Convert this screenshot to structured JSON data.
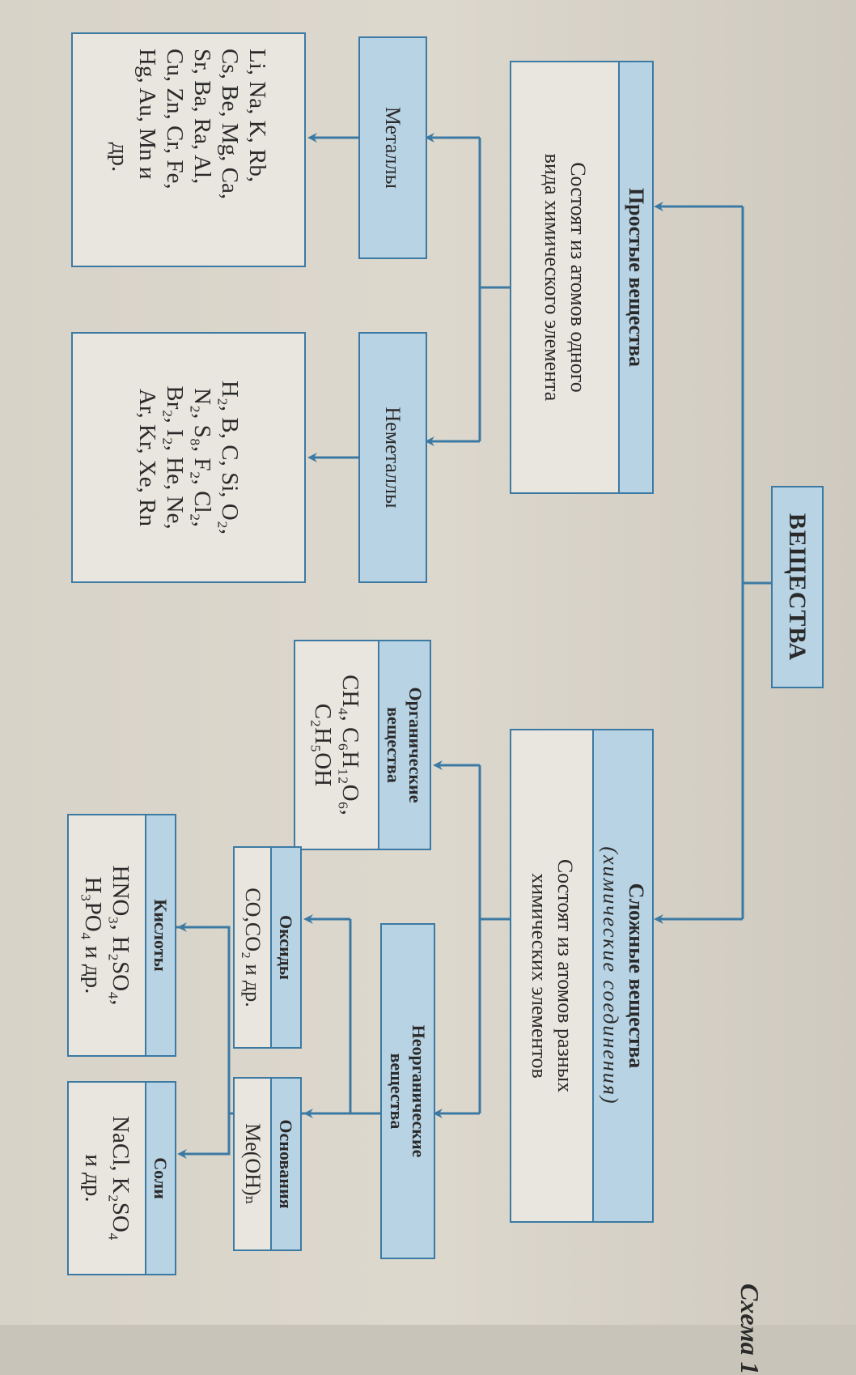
{
  "scheme_label": "Схема 1",
  "root": {
    "label": "ВЕЩЕСТВА"
  },
  "simple": {
    "title": "Простые вещества",
    "desc_lines": [
      "Состоят из атомов одного",
      "вида химического элемента"
    ]
  },
  "complex": {
    "title": "Сложные вещества",
    "subtitle": "(химические соединения)",
    "desc_lines": [
      "Состоят из атомов разных",
      "химических элементов"
    ]
  },
  "metals": {
    "label": "Металлы",
    "examples": [
      "Li, Na, K, Rb,",
      "Cs, Be, Mg, Ca,",
      "Sr, Ba, Ra, Al,",
      "Cu, Zn, Cr, Fe,",
      "Hg, Au, Mn и",
      "др."
    ]
  },
  "nonmetals": {
    "label": "Неметаллы",
    "examples": [
      "H₂, B, C, Si, O₂,",
      "N₂, S₈, F₂, Cl₂,",
      "Br₂, I₂, He, Ne,",
      "Ar, Kr, Xe, Rn"
    ]
  },
  "organic": {
    "title_lines": [
      "Органические",
      "вещества"
    ],
    "examples": [
      "CH₄, C₆H₁₂O₆,",
      "C₂H₅OH"
    ]
  },
  "inorganic": {
    "title_lines": [
      "Неорганические",
      "вещества"
    ]
  },
  "oxides": {
    "title": "Оксиды",
    "examples": "CO,CO₂ и др."
  },
  "bases": {
    "title": "Основания",
    "examples": "Me(OH)ₙ"
  },
  "acids": {
    "title": "Кислоты",
    "examples": [
      "HNO₃, H₂SO₄,",
      "H₃PO₄ и др."
    ]
  },
  "salts": {
    "title": "Соли",
    "examples": [
      "NaCl, K₂SO₄",
      "и др."
    ]
  },
  "colors": {
    "line": "#3c7aa3",
    "box_fill": "#b8d3e4",
    "paper": "#dcd7cc"
  }
}
